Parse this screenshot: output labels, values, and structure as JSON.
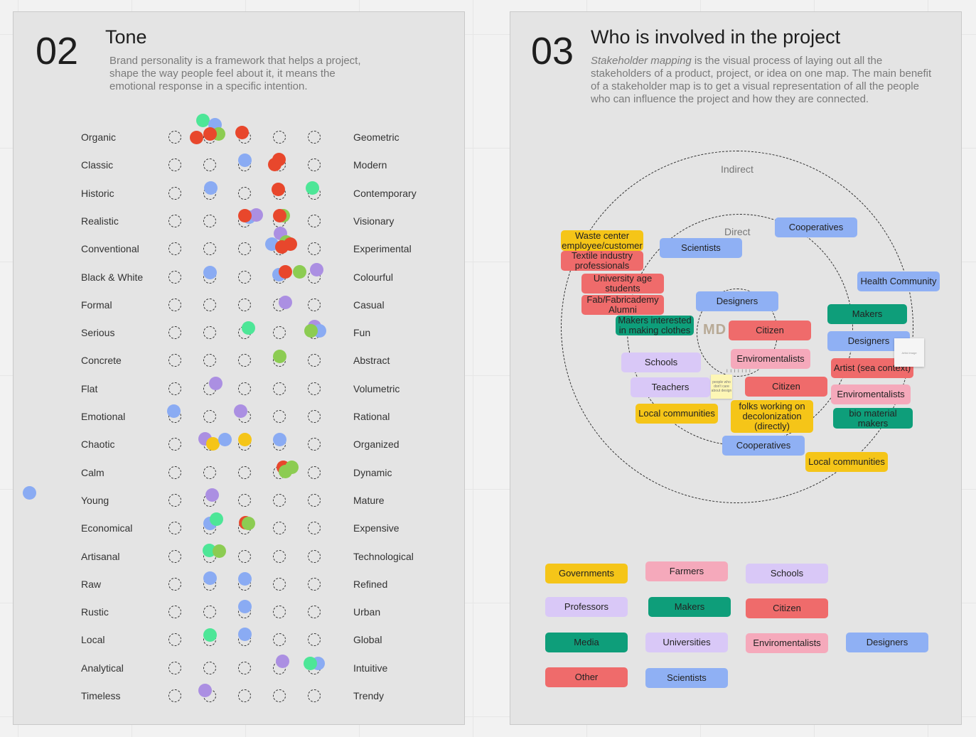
{
  "tone": {
    "number": "02",
    "title": "Tone",
    "description": "Brand personality is a framework that helps a project, shape the way people feel about it, it means the emotional response in a specific intention.",
    "scales": [
      {
        "left": "Organic",
        "right": "Geometric"
      },
      {
        "left": "Classic",
        "right": "Modern"
      },
      {
        "left": "Historic",
        "right": "Contemporary"
      },
      {
        "left": "Realistic",
        "right": "Visionary"
      },
      {
        "left": "Conventional",
        "right": "Experimental"
      },
      {
        "left": "Black & White",
        "right": "Colourful"
      },
      {
        "left": "Formal",
        "right": "Casual"
      },
      {
        "left": "Serious",
        "right": "Fun"
      },
      {
        "left": "Concrete",
        "right": "Abstract"
      },
      {
        "left": "Flat",
        "right": "Volumetric"
      },
      {
        "left": "Emotional",
        "right": "Rational"
      },
      {
        "left": "Chaotic",
        "right": "Organized"
      },
      {
        "left": "Calm",
        "right": "Dynamic"
      },
      {
        "left": "Young",
        "right": "Mature"
      },
      {
        "left": "Economical",
        "right": "Expensive"
      },
      {
        "left": "Artisanal",
        "right": "Technological"
      },
      {
        "left": "Raw",
        "right": "Refined"
      },
      {
        "left": "Rustic",
        "right": "Urban"
      },
      {
        "left": "Local",
        "right": "Global"
      },
      {
        "left": "Analytical",
        "right": "Intuitive"
      },
      {
        "left": "Timeless",
        "right": "Trendy"
      }
    ],
    "vote_colors": {
      "red": "#e8472c",
      "blue": "#8aabf3",
      "purple": "#ab8fe2",
      "green": "#8ccc52",
      "mint": "#4de697",
      "yellow": "#f5c518"
    }
  },
  "stakeholders": {
    "number": "03",
    "title": "Who is involved in the project",
    "description_em": "Stakeholder mapping",
    "description_rest": " is the visual process of laying out all the stakeholders of a product, project, or idea on one map. The main benefit of a stakeholder map is to get a visual representation of all the people who can influence the project and how they are connected.",
    "ring_labels": {
      "indirect": "Indirect",
      "direct": "Direct"
    },
    "center_mark": "MD",
    "mini_note": "people who don't care about design",
    "mini_card": "Artist image",
    "tiny_text": "I I I I I I I",
    "map_notes": [
      "Waste center employee/customer",
      "Textile industry professionals",
      "University age students",
      "Fab/Fabricademy Alumni",
      "Makers interested in making clothes",
      "Scientists",
      "Cooperatives",
      "Health Community",
      "Designers",
      "Makers",
      "Citizen",
      "Designers",
      "Enviromentalists",
      "Artist (sea context)",
      "Schools",
      "Teachers",
      "Citizen",
      "Enviromentalists",
      "Local communities",
      "folks working on decolonization (directly)",
      "bio material makers",
      "Cooperatives",
      "Local communities"
    ],
    "legend": [
      "Governments",
      "Farmers",
      "Schools",
      "Professors",
      "Makers",
      "Citizen",
      "Media",
      "Universities",
      "Enviromentalists",
      "Designers",
      "Other",
      "Scientists"
    ]
  }
}
